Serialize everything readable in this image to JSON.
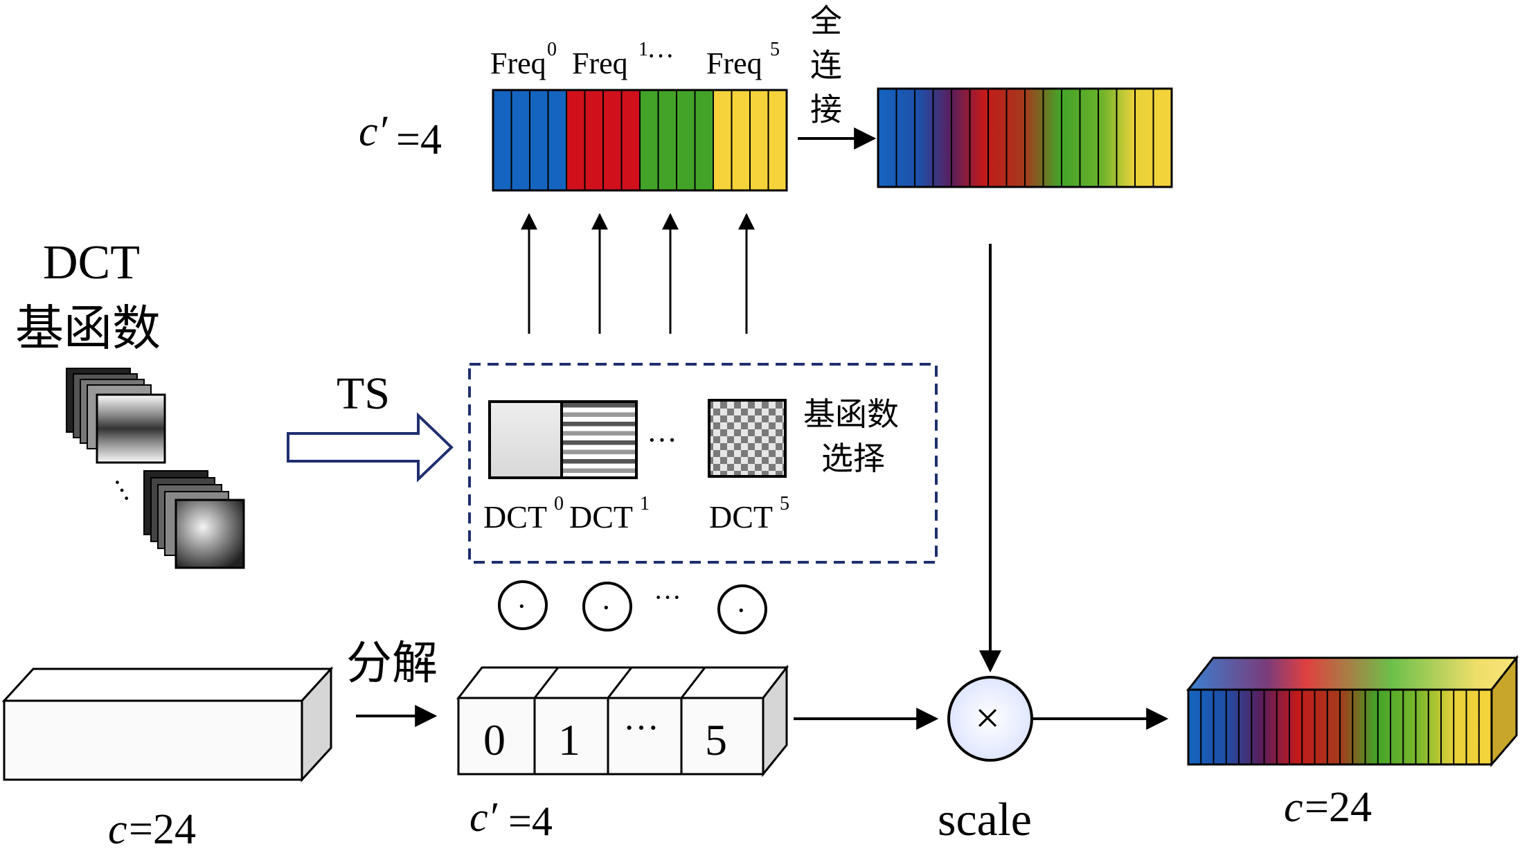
{
  "top": {
    "freq_labels": [
      {
        "base": "Freq",
        "sup": "0"
      },
      {
        "base": "Freq",
        "sup": "1",
        "ellipsis": "···"
      },
      {
        "base": "Freq",
        "sup": "5"
      }
    ],
    "c_prime_label": {
      "italic": "c′",
      "rest": "=4"
    },
    "fc_label": [
      "全",
      "连",
      "接"
    ],
    "band_colors": [
      "#1565C0",
      "#D0111B",
      "#43A329",
      "#F6D33A"
    ]
  },
  "left": {
    "title_line1": "DCT",
    "title_line2": "基函数",
    "ts_label": "TS"
  },
  "select_box": {
    "dct_labels": [
      {
        "base": "DCT",
        "sup": "0"
      },
      {
        "base": "DCT",
        "sup": "1"
      },
      {
        "base": "DCT",
        "sup": "5"
      }
    ],
    "ellipsis": "···",
    "caption_line1": "基函数",
    "caption_line2": "选择",
    "border_color": "#1F2F6E"
  },
  "dot_ops": {
    "symbol": "·",
    "ellipsis": "···"
  },
  "bottom": {
    "input_label": {
      "italic": "c",
      "rest": "=24"
    },
    "split_label": "分解",
    "split_cells": [
      "0",
      "1",
      "···",
      "5"
    ],
    "split_c_label": {
      "italic": "c′",
      "rest": "=4"
    },
    "mult_symbol": "×",
    "scale_label": "scale",
    "output_label": {
      "italic": "c",
      "rest": "=24"
    }
  }
}
